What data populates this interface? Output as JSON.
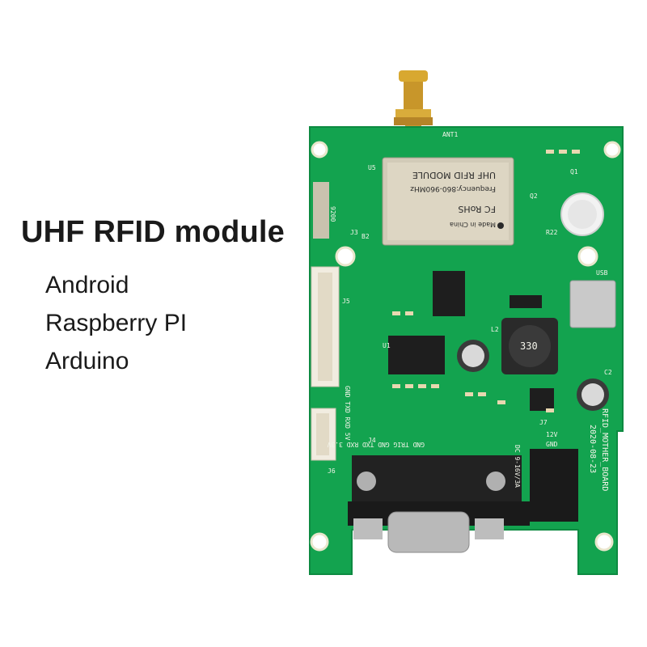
{
  "headline": "UHF RFID module",
  "platforms": [
    "Android",
    "Raspberry PI",
    "Arduino"
  ],
  "module": {
    "lines": [
      "Made in China",
      "FC RoHS",
      "Frequency:860-960MHz",
      "UHF RFID MODULE"
    ]
  },
  "board": {
    "name": "RFID_MOTHER_BOARD",
    "date": "2020-08-23",
    "power": "DC 9-16V/3A",
    "inductor": "330",
    "header_j4": "GND TRIG GND TXD RXD 3.3V",
    "header_left": "GND TXD RXD 5V",
    "pin_12v": "12V",
    "pin_gnd": "GND",
    "labels": [
      "J3",
      "J4",
      "J5",
      "J6",
      "J7",
      "U1",
      "U5",
      "B2",
      "Q1",
      "Q2",
      "USB",
      "L2",
      "R22",
      "C2",
      "ANT1",
      "9200"
    ]
  },
  "colors": {
    "pcb": "#13a34f",
    "pcb_dark": "#0d8a41",
    "silkscreen": "#f4f4ea",
    "text": "#1a1a1a"
  }
}
